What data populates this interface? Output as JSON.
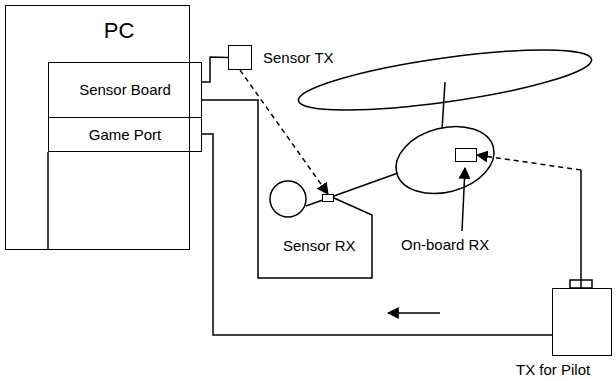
{
  "diagram": {
    "nodes": [
      {
        "text": [
          "PC"
        ]
      },
      {
        "text": [
          "Sensor Board"
        ],
        "in": 0
      },
      {
        "text": [
          "Game Port"
        ],
        "in": 0
      },
      {
        "text": [
          "Sensor TX"
        ]
      },
      {
        "text": [
          "Sensor RX"
        ]
      },
      {
        "text": [
          "On-board RX"
        ]
      },
      {
        "text": [
          "TX for Pilot"
        ]
      }
    ],
    "edges": [
      {
        "from": 1,
        "to": 3,
        "arrow": "none"
      },
      {
        "from": 3,
        "to": 4,
        "arrow": "to"
      },
      {
        "from": 1,
        "to": 4,
        "arrow": "none"
      },
      {
        "from": 6,
        "to": 2,
        "arrow": "none"
      },
      {
        "from": 6,
        "to": 5,
        "arrow": "to"
      }
    ]
  }
}
